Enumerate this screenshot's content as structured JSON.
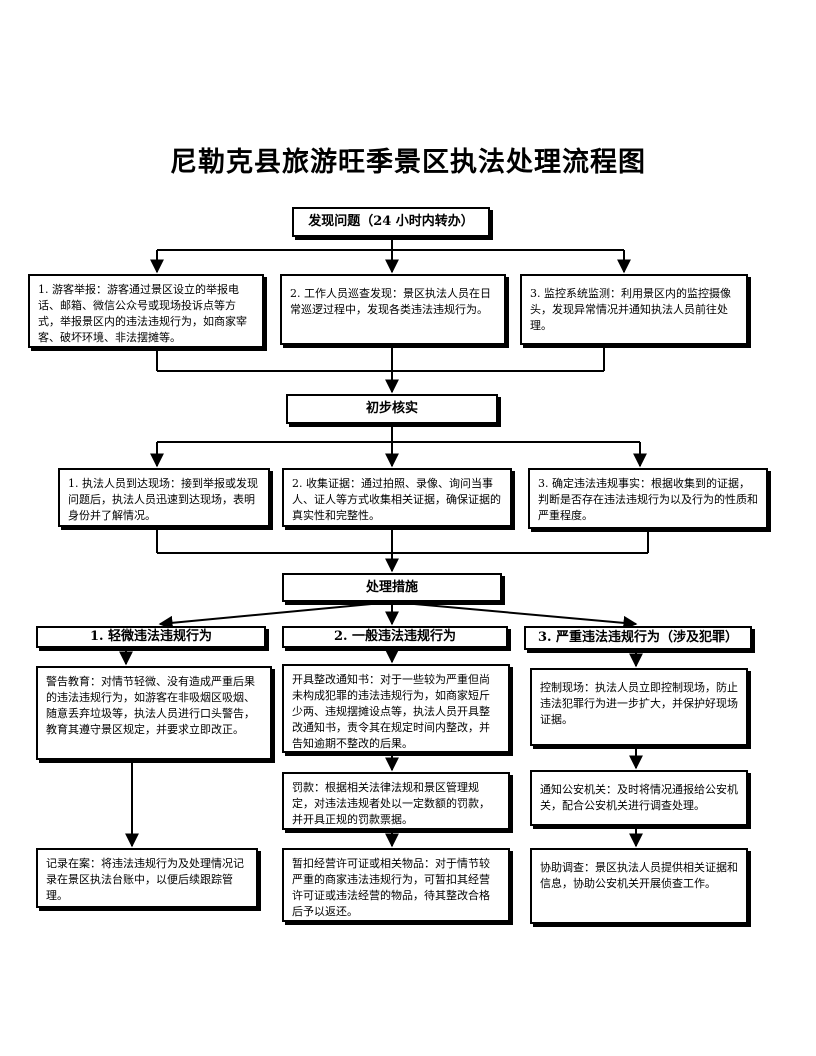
{
  "title": "尼勒克县旅游旺季景区执法处理流程图",
  "stage1": {
    "header": "发现问题（24 小时内转办）",
    "items": [
      "1. 游客举报：游客通过景区设立的举报电话、邮箱、微信公众号或现场投诉点等方式，举报景区内的违法违规行为，如商家宰客、破坏环境、非法摆摊等。",
      "2. 工作人员巡查发现：景区执法人员在日常巡逻过程中，发现各类违法违规行为。",
      "3. 监控系统监测：利用景区内的监控摄像头，发现异常情况并通知执法人员前往处理。"
    ]
  },
  "stage2": {
    "header": "初步核实",
    "items": [
      "1. 执法人员到达现场：接到举报或发现问题后，执法人员迅速到达现场，表明身份并了解情况。",
      "2. 收集证据：通过拍照、录像、询问当事人、证人等方式收集相关证据，确保证据的真实性和完整性。",
      "3. 确定违法违规事实：根据收集到的证据，判断是否存在违法违规行为以及行为的性质和严重程度。"
    ]
  },
  "stage3": {
    "header": "处理措施",
    "categories": [
      {
        "label": "1. 轻微违法违规行为",
        "steps": [
          "警告教育：对情节轻微、没有造成严重后果的违法违规行为，如游客在非吸烟区吸烟、随意丢弃垃圾等，执法人员进行口头警告，教育其遵守景区规定，并要求立即改正。",
          "记录在案：将违法违规行为及处理情况记录在景区执法台账中，以便后续跟踪管理。"
        ]
      },
      {
        "label": "2. 一般违法违规行为",
        "steps": [
          "开具整改通知书：对于一些较为严重但尚未构成犯罪的违法违规行为，如商家短斤少两、违规摆摊设点等，执法人员开具整改通知书，责令其在规定时间内整改，并告知逾期不整改的后果。",
          "罚款：根据相关法律法规和景区管理规定，对违法违规者处以一定数额的罚款，并开具正规的罚款票据。",
          "暂扣经营许可证或相关物品：对于情节较严重的商家违法违规行为，可暂扣其经营许可证或违法经营的物品，待其整改合格后予以返还。"
        ]
      },
      {
        "label": "3. 严重违法违规行为（涉及犯罪）",
        "steps": [
          "控制现场：执法人员立即控制现场，防止违法犯罪行为进一步扩大，并保护好现场证据。",
          "通知公安机关：及时将情况通报给公安机关，配合公安机关进行调查处理。",
          "协助调查：景区执法人员提供相关证据和信息，协助公安机关开展侦查工作。"
        ]
      }
    ]
  }
}
